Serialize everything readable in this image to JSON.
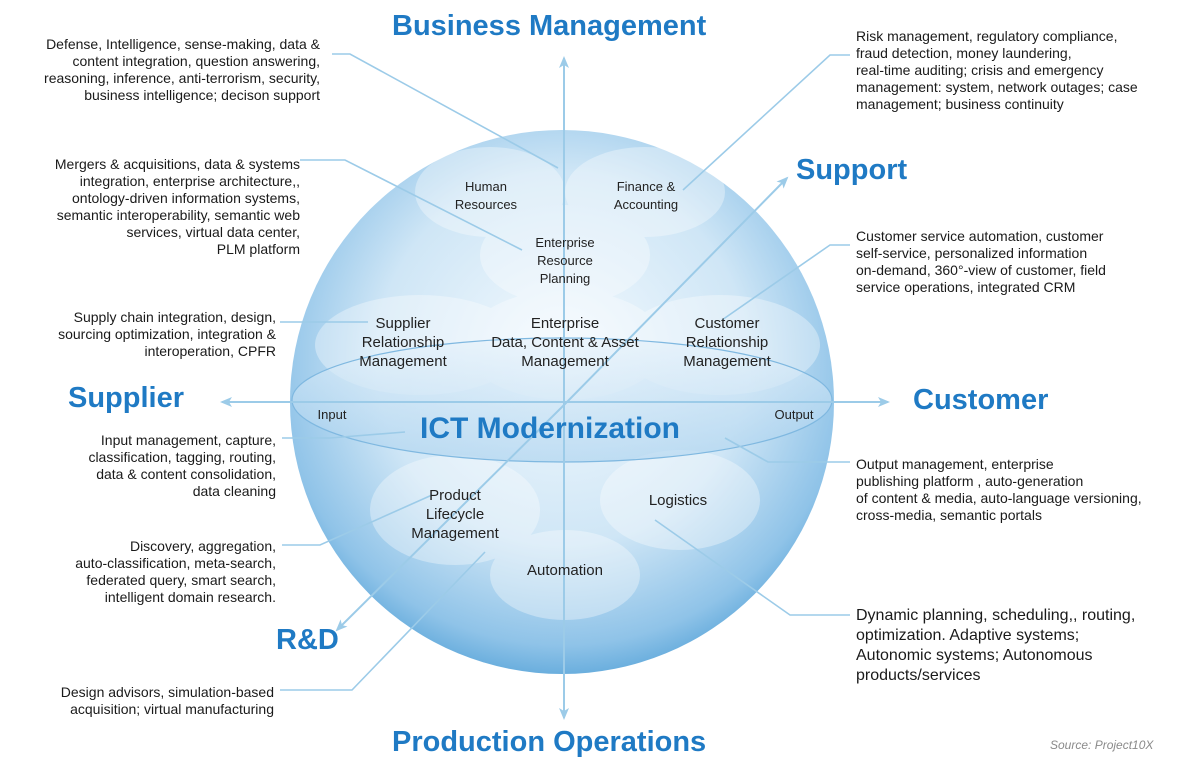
{
  "headings": {
    "business": "Business Management",
    "support": "Support",
    "supplier": "Supplier",
    "customer": "Customer",
    "rd": "R&D",
    "production": "Production Operations",
    "center": "ICT Modernization"
  },
  "sphere_labels": {
    "human_resources": "Human\nResources",
    "finance": "Finance &\nAccounting",
    "erp": "Enterprise\nResource\nPlanning",
    "srm": "Supplier\nRelationship\nManagement",
    "edcam": "Enterprise\nData, Content & Asset\nManagement",
    "crm": "Customer\nRelationship\nManagement",
    "input": "Input",
    "output": "Output",
    "plm": "Product\nLifecycle\nManagement",
    "logistics": "Logistics",
    "automation": "Automation"
  },
  "callouts": {
    "defense": "Defense, Intelligence, sense-making, data &\ncontent integration, question answering,\nreasoning, inference, anti-terrorism, security,\nbusiness intelligence; decison support",
    "risk": "Risk management, regulatory  compliance,\nfraud detection, money laundering,\nreal-time auditing; crisis and emergency\nmanagement: system, network outages; case\nmanagement; business continuity",
    "mergers": "Mergers & acquisitions,  data & systems\nintegration, enterprise architecture,,\nontology-driven information systems,\nsemantic interoperability, semantic web\nservices, virtual  data center,\nPLM platform",
    "customer_service": "Customer service automation, customer\nself-service, personalized information\non-demand, 360°-view of customer, field\nservice operations, integrated CRM",
    "supply_chain": "Supply chain integration, design,\nsourcing optimization, integration &\ninteroperation, CPFR",
    "input_mgmt": "Input management, capture,\nclassification, tagging, routing,\ndata & content consolidation,\ndata cleaning",
    "output_mgmt": "Output management, enterprise\npublishing platform , auto-generation\nof content & media, auto-language versioning,\ncross-media, semantic portals",
    "discovery": "Discovery, aggregation,\nauto-classification,  meta-search,\nfederated query, smart search,\nintelligent domain research.",
    "dynamic": "Dynamic planning, scheduling,, routing,\noptimization. Adaptive systems;\nAutonomic systems; Autonomous\nproducts/services",
    "design": "Design advisors, simulation-based\nacquisition; virtual manufacturing"
  },
  "source": "Source: Project10X",
  "colors": {
    "heading": "#1f7ac4",
    "line": "#9ccbe8",
    "sphere_light": "#eef7fd",
    "sphere_dark": "#5aa6d8"
  }
}
